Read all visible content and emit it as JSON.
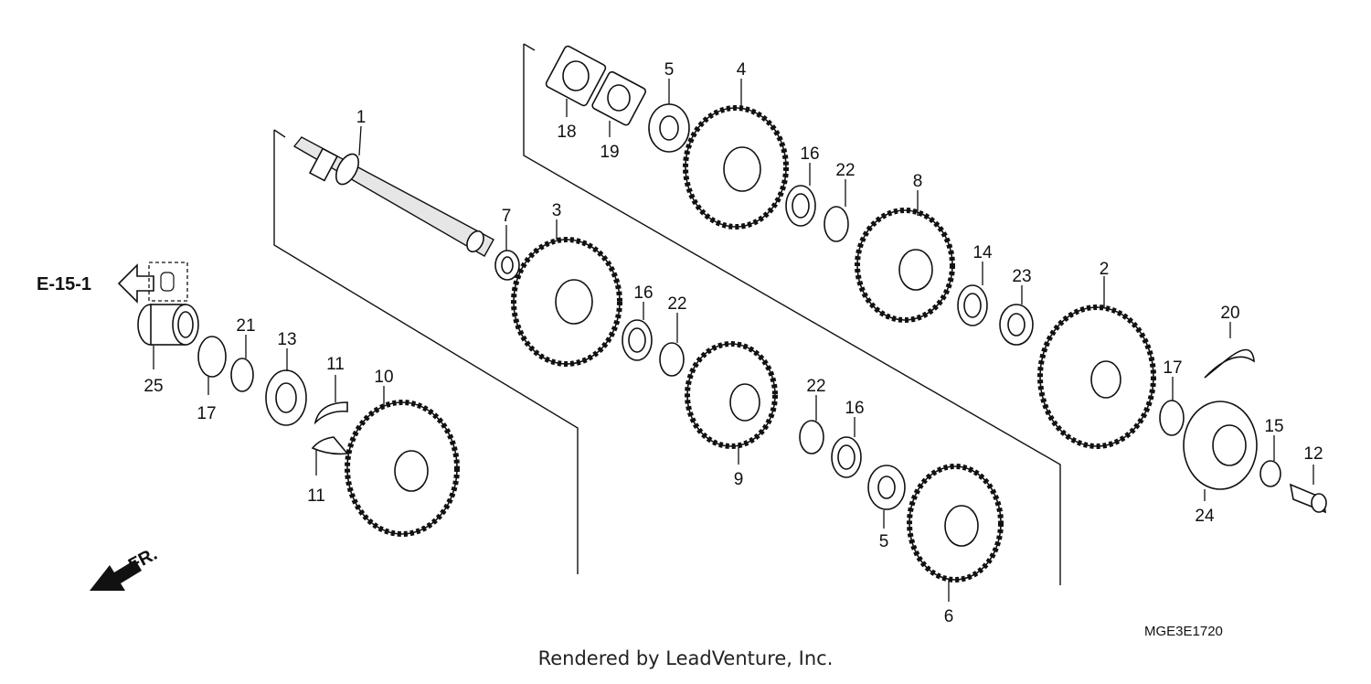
{
  "reference": {
    "label": "E-15-1"
  },
  "front_arrow": {
    "label": "FR."
  },
  "diagram_code": "MGE3E1720",
  "footer": {
    "text": "Rendered by LeadVenture, Inc."
  },
  "callouts": [
    {
      "id": "c1",
      "text": "1"
    },
    {
      "id": "c2",
      "text": "2"
    },
    {
      "id": "c3",
      "text": "3"
    },
    {
      "id": "c4",
      "text": "4"
    },
    {
      "id": "c5a",
      "text": "5"
    },
    {
      "id": "c5b",
      "text": "5"
    },
    {
      "id": "c6",
      "text": "6"
    },
    {
      "id": "c7",
      "text": "7"
    },
    {
      "id": "c8",
      "text": "8"
    },
    {
      "id": "c9",
      "text": "9"
    },
    {
      "id": "c10",
      "text": "10"
    },
    {
      "id": "c11a",
      "text": "11"
    },
    {
      "id": "c11b",
      "text": "11"
    },
    {
      "id": "c12",
      "text": "12"
    },
    {
      "id": "c13",
      "text": "13"
    },
    {
      "id": "c14",
      "text": "14"
    },
    {
      "id": "c15",
      "text": "15"
    },
    {
      "id": "c16a",
      "text": "16"
    },
    {
      "id": "c16b",
      "text": "16"
    },
    {
      "id": "c16c",
      "text": "16"
    },
    {
      "id": "c17a",
      "text": "17"
    },
    {
      "id": "c17b",
      "text": "17"
    },
    {
      "id": "c18",
      "text": "18"
    },
    {
      "id": "c19",
      "text": "19"
    },
    {
      "id": "c20",
      "text": "20"
    },
    {
      "id": "c21",
      "text": "21"
    },
    {
      "id": "c22a",
      "text": "22"
    },
    {
      "id": "c22b",
      "text": "22"
    },
    {
      "id": "c22c",
      "text": "22"
    },
    {
      "id": "c23",
      "text": "23"
    },
    {
      "id": "c24",
      "text": "24"
    },
    {
      "id": "c25",
      "text": "25"
    }
  ]
}
